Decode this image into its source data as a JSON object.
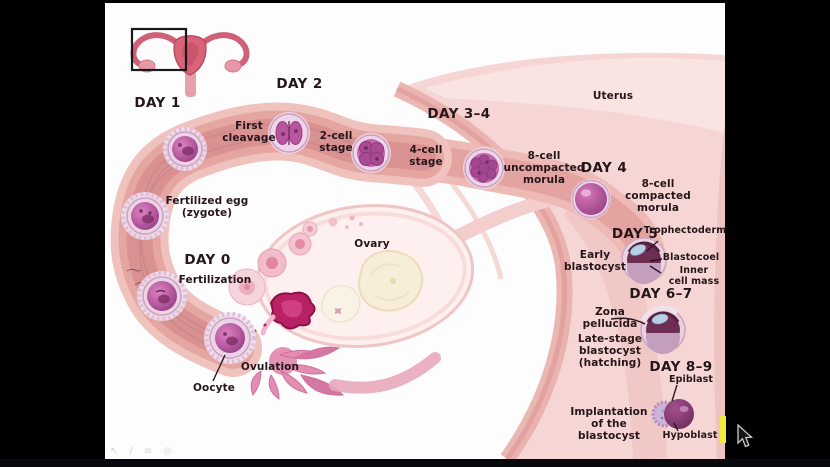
{
  "labels": {
    "day0": "DAY 0",
    "day1": "DAY 1",
    "day2": "DAY 2",
    "day3_4": "DAY 3–4",
    "day4": "DAY 4",
    "day5": "DAY 5",
    "day6_7": "DAY 6–7",
    "day8_9": "DAY 8–9",
    "first_cleavage": "First\ncleavage",
    "two_cell": "2-cell\nstage",
    "four_cell": "4-cell\nstage",
    "eight_cell_uncompacted": "8-cell\nuncompacted\nmorula",
    "eight_cell_compacted": "8-cell\ncompacted\nmorula",
    "uterus": "Uterus",
    "trophectoderm": "Trophectoderm",
    "blastocoel": "Blastocoel",
    "inner_cell_mass": "Inner\ncell mass",
    "early_blastocyst": "Early\nblastocyst",
    "zona_pellucida": "Zona\npellucida",
    "late_stage_blastocyst": "Late-stage\nblastocyst\n(hatching)",
    "epiblast": "Epiblast",
    "hypoblast": "Hypoblast",
    "implantation": "Implantation\nof the\nblastocyst",
    "fertilized_egg": "Fertilized egg\n(zygote)",
    "fertilization": "Fertilization",
    "ovulation": "Ovulation",
    "oocyte": "Oocyte",
    "ovary": "Ovary"
  },
  "toolbar": {
    "icons": [
      {
        "name": "arrow-tool-icon",
        "glyph": "↖"
      },
      {
        "name": "pen-tool-icon",
        "glyph": "∕"
      },
      {
        "name": "lines-tool-icon",
        "glyph": "≡"
      },
      {
        "name": "ring-tool-icon",
        "glyph": "◎"
      }
    ]
  },
  "colors": {
    "cell_purple": "#b6539e",
    "tube_pink": "#f0c2be",
    "uterus_pink": "#f5d6d4",
    "ovary_cream": "#f7eed9",
    "ovulation_magenta": "#b82265",
    "marker_yellow": "#eeea3e",
    "label_text": "#241519"
  }
}
